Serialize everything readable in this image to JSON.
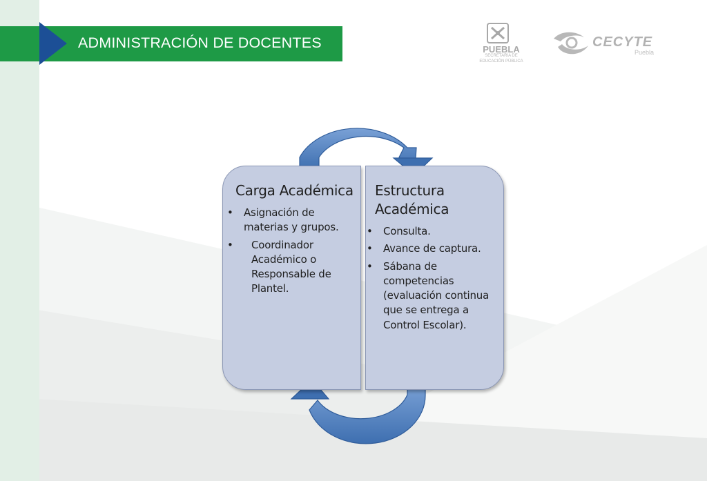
{
  "header": {
    "title": "ADMINISTRACIÓN DE DOCENTES"
  },
  "logos": {
    "puebla": {
      "name": "PUEBLA",
      "subtitle_line1": "SECRETARÍA DE",
      "subtitle_line2": "EDUCACIÓN PÚBLICA"
    },
    "cecyte": {
      "name": "CECYTE",
      "subtitle": "Puebla"
    }
  },
  "diagram": {
    "left_box": {
      "title": "Carga Académica",
      "bullet": "Asignación de materias y grupos.",
      "sub_bullet": "Coordinador Académico o Responsable de Plantel."
    },
    "right_box": {
      "title": "Estructura Académica",
      "bullets": [
        "Consulta.",
        "Avance de captura.",
        "Sábana de competencias (evaluación continua que se entrega a Control Escolar)."
      ]
    }
  },
  "colors": {
    "banner_green": "#1e9a46",
    "banner_arrow_blue": "#1c4f96",
    "box_fill": "#c5cde1",
    "cycle_arrow_blue": "#4f81bd"
  }
}
